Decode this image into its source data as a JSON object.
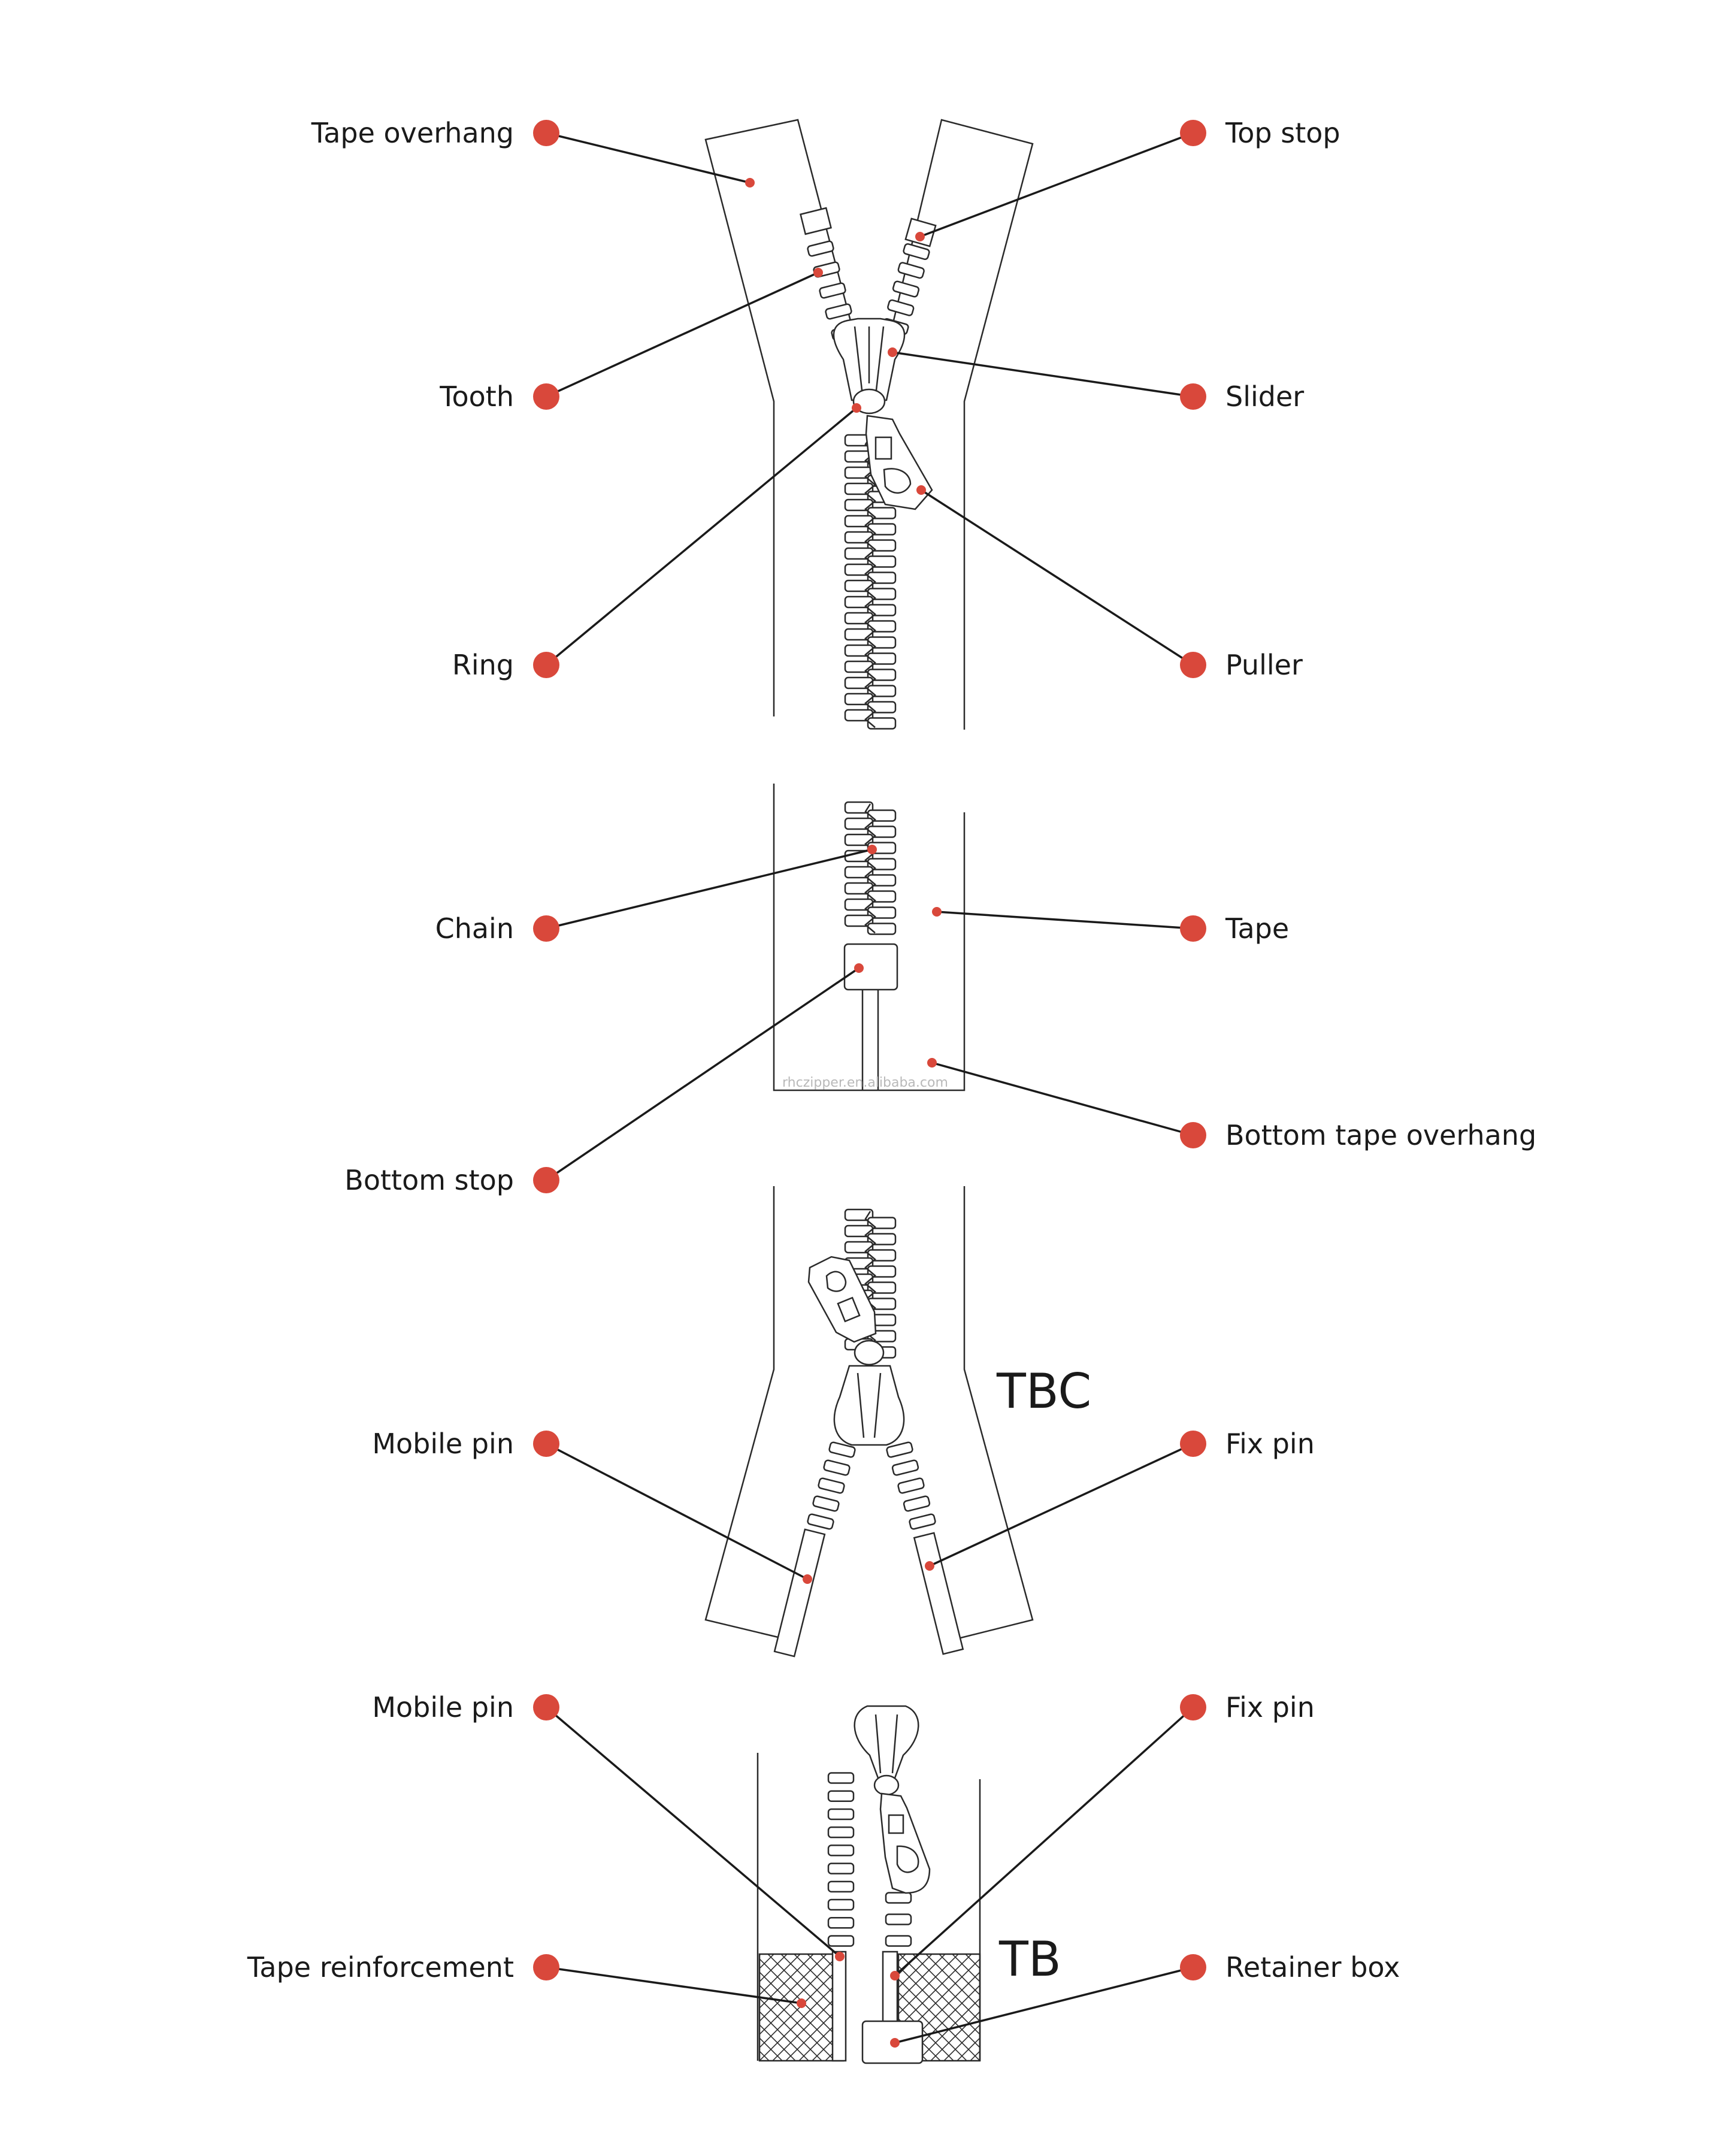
{
  "colors": {
    "marker": "#d9483b",
    "outline": "#2a2a2a",
    "text": "#1a1a1a"
  },
  "watermark": "rhczipper.en.alibaba.com",
  "variants": [
    "TBC",
    "TB"
  ],
  "labels": {
    "tape_overhang": "Tape overhang",
    "top_stop": "Top stop",
    "tooth": "Tooth",
    "slider": "Slider",
    "ring": "Ring",
    "puller": "Puller",
    "chain": "Chain",
    "tape": "Tape",
    "bottom_tape_overhang": "Bottom tape overhang",
    "bottom_stop": "Bottom stop",
    "tbc_mobile_pin": "Mobile pin",
    "tbc_fix_pin": "Fix pin",
    "tb_mobile_pin": "Mobile pin",
    "tb_fix_pin": "Fix pin",
    "tape_reinforcement": "Tape reinforcement",
    "retainer_box": "Retainer box"
  }
}
